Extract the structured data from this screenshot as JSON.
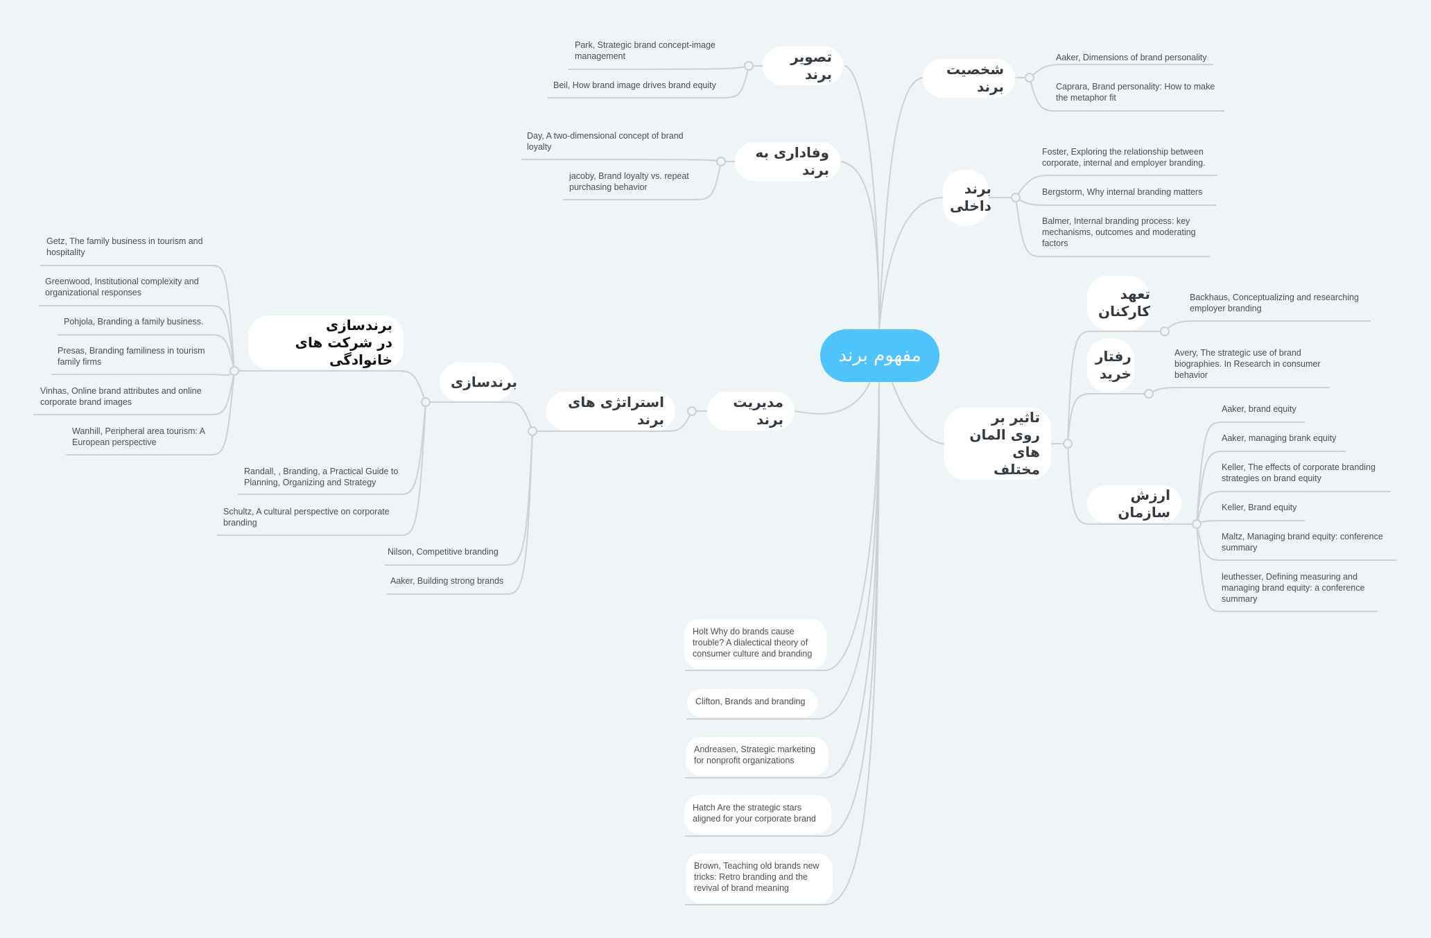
{
  "central": {
    "label": "مفهوم برند",
    "color": "#4fc3fc"
  },
  "right_branches": [
    {
      "label": "شخصیت برند",
      "refs": [
        "Aaker, Dimensions of brand personality",
        "Caprara, Brand personality: How to make\nthe metaphor fit"
      ]
    },
    {
      "label": "برند\nداخلی",
      "refs": [
        "Foster, Exploring the relationship between\ncorporate, internal and employer branding.",
        "Bergstorm, Why internal branding matters",
        "Balmer, Internal branding process: key\nmechanisms, outcomes and moderating\nfactors"
      ]
    },
    {
      "label": "تاثیر بر\nروی المان های\nمختلف",
      "children": [
        {
          "label": "تعهد\nکارکنان",
          "refs": [
            "Backhaus, Conceptualizing and researching\nemployer branding"
          ]
        },
        {
          "label": "رفتار\nخرید",
          "refs": [
            "Avery, The strategic use of brand\nbiographies. In Research in consumer\nbehavior"
          ]
        },
        {
          "label": "ارزش سازمان",
          "refs": [
            "Aaker, brand equity",
            "Aaker, managing brank equity",
            "Keller, The effects of corporate branding\nstrategies on brand equity",
            "Keller, Brand equity",
            "Maltz, Managing brand equity: conference\nsummary",
            "leuthesser, Defining measuring and\nmanaging brand equity: a conference\nsummary"
          ]
        }
      ]
    }
  ],
  "left_branches": [
    {
      "label": "تصویر برند",
      "refs": [
        "Park, Strategic brand concept-image\nmanagement",
        "Beil, How brand image drives brand equity"
      ]
    },
    {
      "label": "وفاداری به برند",
      "refs": [
        "Day, A two-dimensional concept of brand\nloyalty",
        "jacoby, Brand loyalty vs. repeat\npurchasing behavior"
      ]
    },
    {
      "label": "مدیریت برند",
      "children": [
        {
          "label": "استراتژی های برند",
          "children": [
            {
              "label": "برندسازی",
              "children": [
                {
                  "label": "برندسازی\nدر شرکت های خانوادگی",
                  "refs": [
                    "Getz, The family business in tourism and\nhospitality",
                    "Greenwood, Institutional complexity and\norganizational responses",
                    "Pohjola,  Branding a family business.",
                    "Presas, Branding familiness in tourism\nfamily firms",
                    "Vinhas, Online brand attributes and online\ncorporate brand images",
                    "Wanhill, Peripheral area tourism: A\nEuropean perspective"
                  ]
                }
              ],
              "refs": [
                "Randall, , Branding, a Practical Guide to\nPlanning, Organizing and Strategy",
                "Schultz, A cultural perspective on corporate\nbranding"
              ]
            }
          ],
          "refs": [
            "Nilson,  Competitive branding",
            "Aaker, Building strong brands"
          ]
        }
      ]
    }
  ],
  "bottom_refs": [
    "Holt Why do brands cause\ntrouble? A dialectical theory of\nconsumer culture and branding",
    "Clifton, Brands and branding",
    "Andreasen, Strategic marketing\nfor nonprofit organizations",
    "Hatch Are the strategic stars\naligned for your corporate brand",
    "Brown, Teaching old brands new\ntricks: Retro branding and the\nrevival of brand meaning"
  ]
}
